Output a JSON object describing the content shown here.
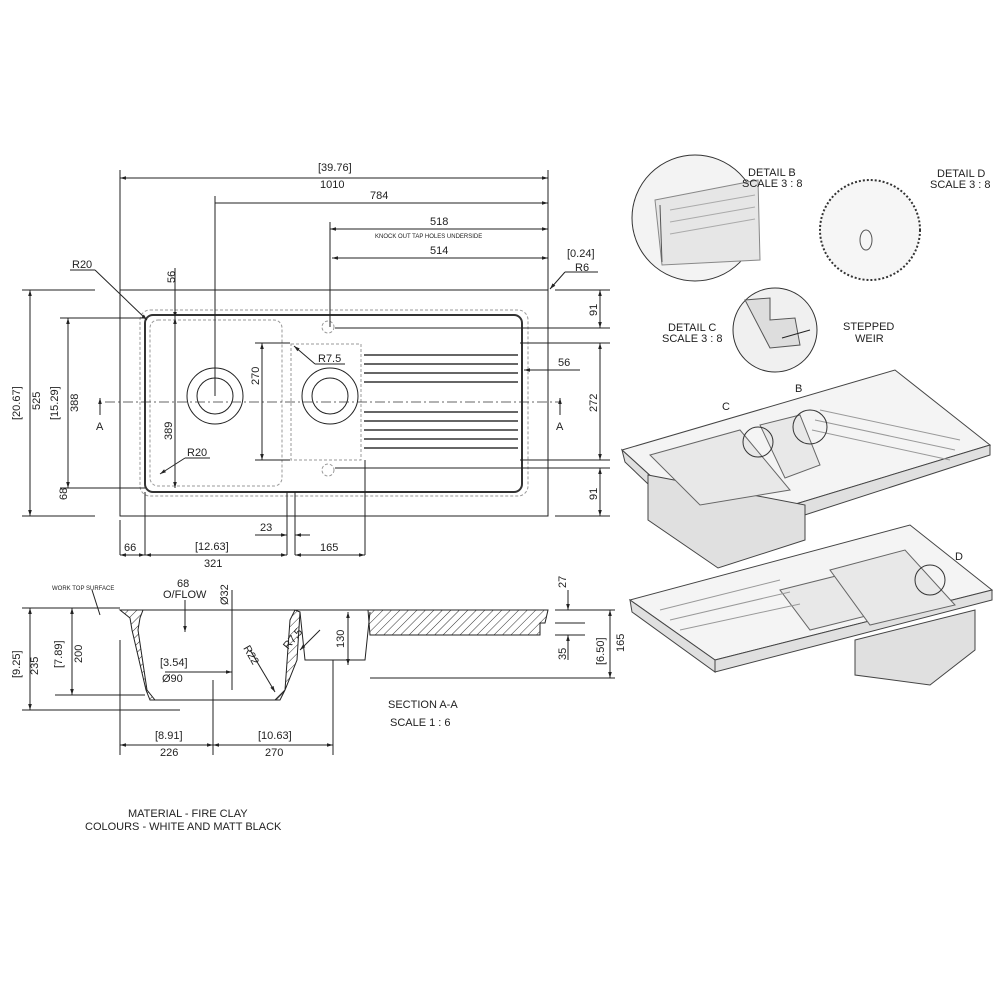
{
  "plan_view": {
    "dims": {
      "overall_length_in": "[39.76]",
      "overall_length": "1010",
      "to_drain": "784",
      "tap_holes": "518",
      "tap_holes_note": "KNOCK OUT TAP HOLES UNDERSIDE",
      "tap_holes_2": "514",
      "corner_radius_in": "[0.24]",
      "corner_radius": "R6",
      "bowl_radius_top": "R20",
      "bowl_radius_bottom": "R20",
      "top_margin": "56",
      "overall_width_in": "[20.67]",
      "overall_width": "525",
      "bowl_width_in": "[15.29]",
      "bowl_width": "388",
      "bowl_inner": "389",
      "bottom_margin": "68",
      "half_bowl_width": "270",
      "half_bowl_radius": "R7.5",
      "right_top": "91",
      "drainer_width": "272",
      "right_bottom": "91",
      "drainer_end": "56",
      "left_margin": "66",
      "bowl_length_in": "[12.63]",
      "bowl_length": "321",
      "divider": "23",
      "half_bowl_length": "165",
      "section_mark_left": "A",
      "section_mark_right": "A"
    }
  },
  "section_view": {
    "work_top_label": "WORK TOP SURFACE",
    "overflow_size": "68",
    "overflow_label": "O/FLOW",
    "overflow_dia": "Ø32",
    "waste_in": "[3.54]",
    "waste_dia": "Ø90",
    "radius_22": "R22",
    "radius_75": "R7.5",
    "half_depth": "130",
    "total_depth_in": "[9.25]",
    "total_depth": "235",
    "bowl_depth_in": "[7.89]",
    "bowl_depth": "200",
    "flange": "27",
    "drainer_thick": "35",
    "right_depth_in": "[6.50]",
    "right_depth": "165",
    "bottom_left_in": "[8.91]",
    "bottom_left": "226",
    "bottom_right_in": "[10.63]",
    "bottom_right": "270",
    "title": "SECTION A-A",
    "scale": "SCALE  1 : 6"
  },
  "details": {
    "b_title": "DETAIL B",
    "b_scale": "SCALE 3 : 8",
    "d_title": "DETAIL D",
    "d_scale": "SCALE 3 : 8",
    "c_title": "DETAIL C",
    "c_scale": "SCALE 3 : 8",
    "c_note_1": "STEPPED",
    "c_note_2": "WEIR",
    "iso_label_c": "C",
    "iso_label_b": "B",
    "iso_label_d": "D"
  },
  "notes": {
    "material": "MATERIAL - FIRE CLAY",
    "colours": "COLOURS  - WHITE AND MATT BLACK"
  }
}
